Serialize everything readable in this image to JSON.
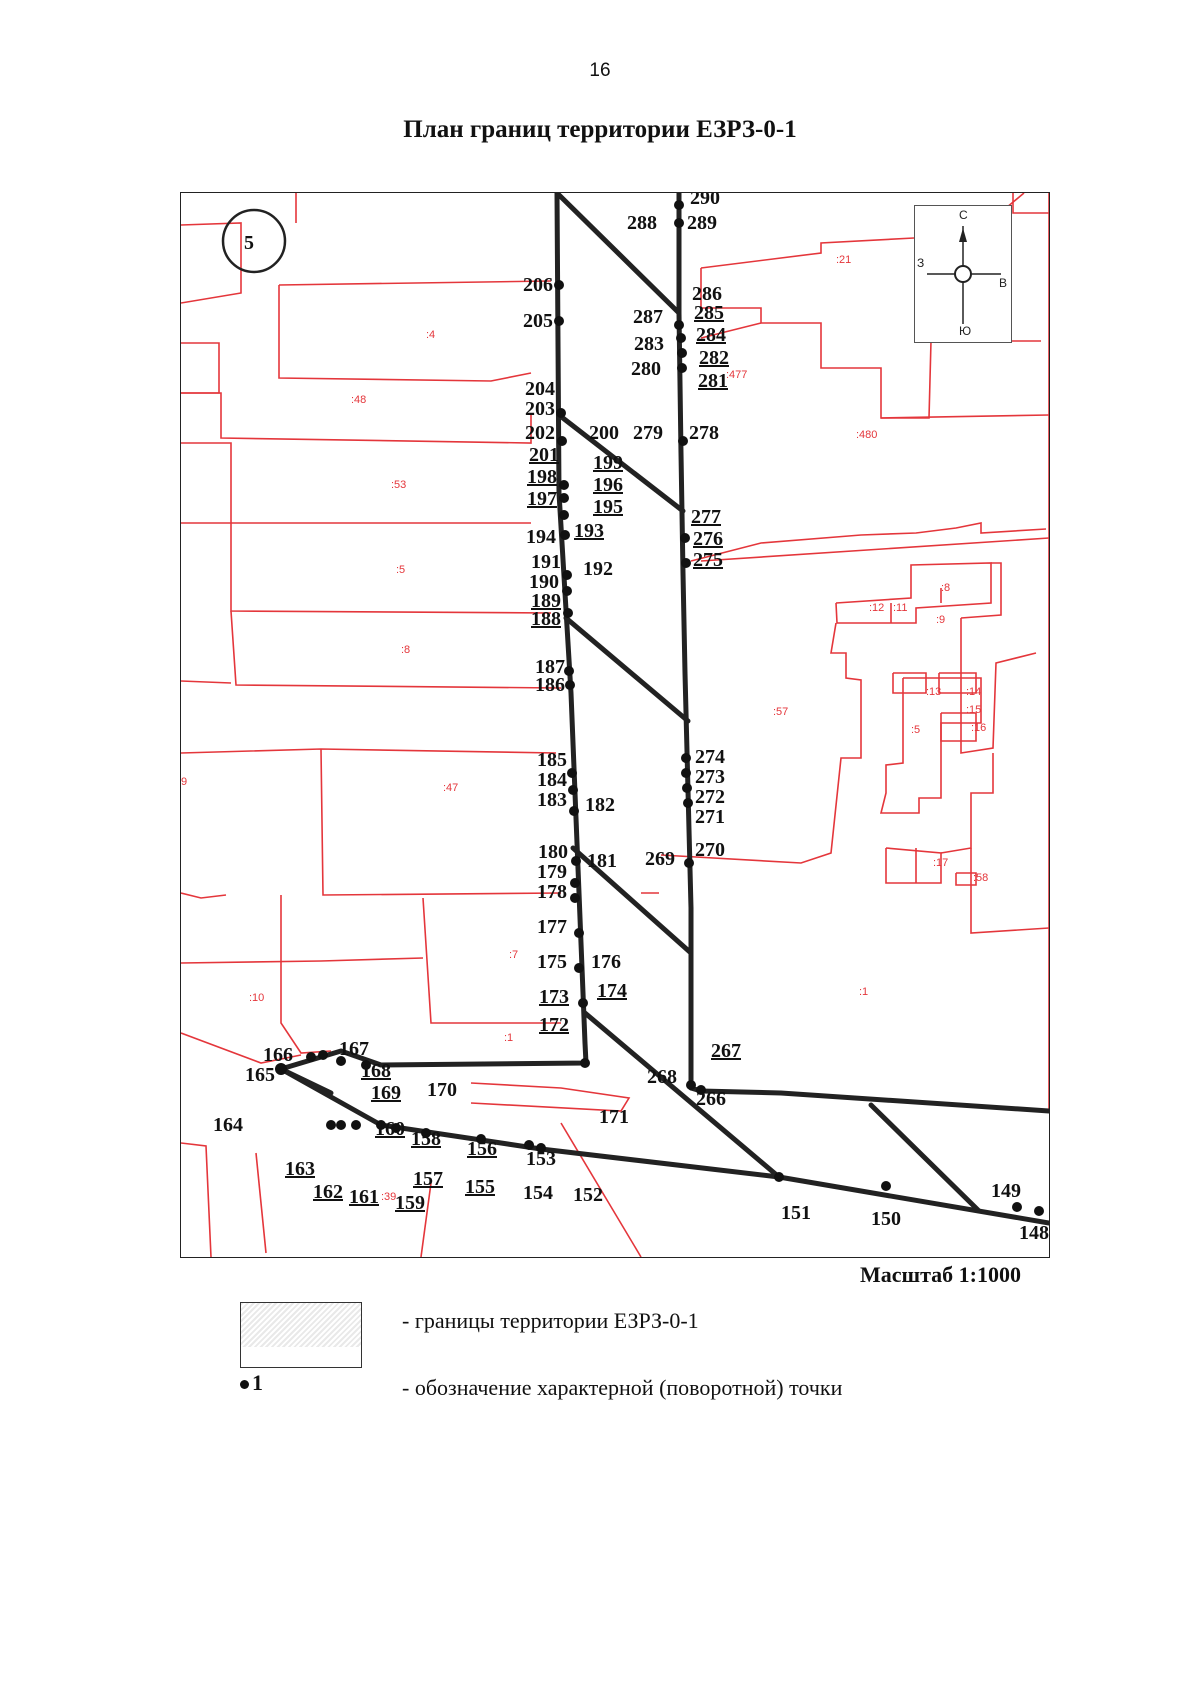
{
  "page_number": "16",
  "title": "План границ территории ЕЗРЗ-0-1",
  "sheet_number": "5",
  "compass": {
    "north": "С",
    "south": "Ю",
    "west": "З",
    "east": "В"
  },
  "cadastral_labels": [
    ":21",
    ":4",
    ":477",
    ":48",
    ":480",
    ":53",
    ":5",
    ":8",
    ":12",
    ":11",
    ":9",
    ":8",
    ":57",
    ":13",
    ":14",
    ":15",
    ":16",
    ":5",
    ":47",
    ":17",
    ":58",
    ":7",
    ":10",
    ":1",
    ":1",
    ":39",
    "9"
  ],
  "point_labels": [
    "290",
    "288",
    "289",
    "206",
    "205",
    "286",
    "287",
    "285",
    "284",
    "283",
    "282",
    "280",
    "281",
    "204",
    "203",
    "202",
    "200",
    "279",
    "278",
    "201",
    "199",
    "198",
    "196",
    "197",
    "195",
    "194",
    "193",
    "277",
    "276",
    "275",
    "191",
    "192",
    "190",
    "189",
    "188",
    "187",
    "186",
    "274",
    "273",
    "272",
    "271",
    "185",
    "184",
    "183",
    "182",
    "180",
    "181",
    "269",
    "270",
    "179",
    "178",
    "177",
    "175",
    "176",
    "173",
    "174",
    "172",
    "267",
    "268",
    "266",
    "166",
    "167",
    "165",
    "168",
    "169",
    "170",
    "171",
    "164",
    "160",
    "158",
    "156",
    "153",
    "163",
    "162",
    "161",
    "159",
    "157",
    "155",
    "154",
    "152",
    "151",
    "150",
    "149",
    "148"
  ],
  "scale": "Масштаб 1:1000",
  "legend": {
    "boundary": "- границы территории ЕЗРЗ-0-1",
    "point_symbol": "1",
    "point": "- обозначение характерной (поворотной) точки"
  },
  "colors": {
    "parcel": "#e4363b",
    "boundary": "#222222"
  }
}
